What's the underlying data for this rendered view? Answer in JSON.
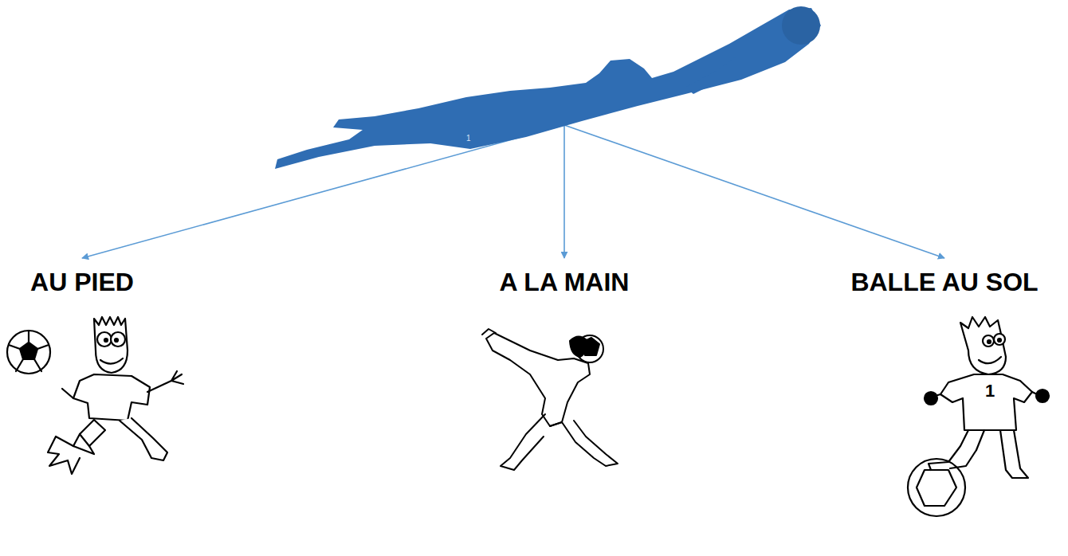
{
  "diagram": {
    "nodes": [
      {
        "text": [
          "1"
        ]
      },
      {
        "text": [
          "AU PIED"
        ]
      },
      {
        "text": [
          "A LA MAIN"
        ]
      },
      {
        "text": [
          "BALLE AU SOL"
        ]
      }
    ],
    "edges": [
      {
        "from": 0,
        "to": 1,
        "arrow": "to"
      },
      {
        "from": 0,
        "to": 2,
        "arrow": "to"
      },
      {
        "from": 0,
        "to": 3,
        "arrow": "to"
      }
    ],
    "labels": [
      "1"
    ]
  }
}
